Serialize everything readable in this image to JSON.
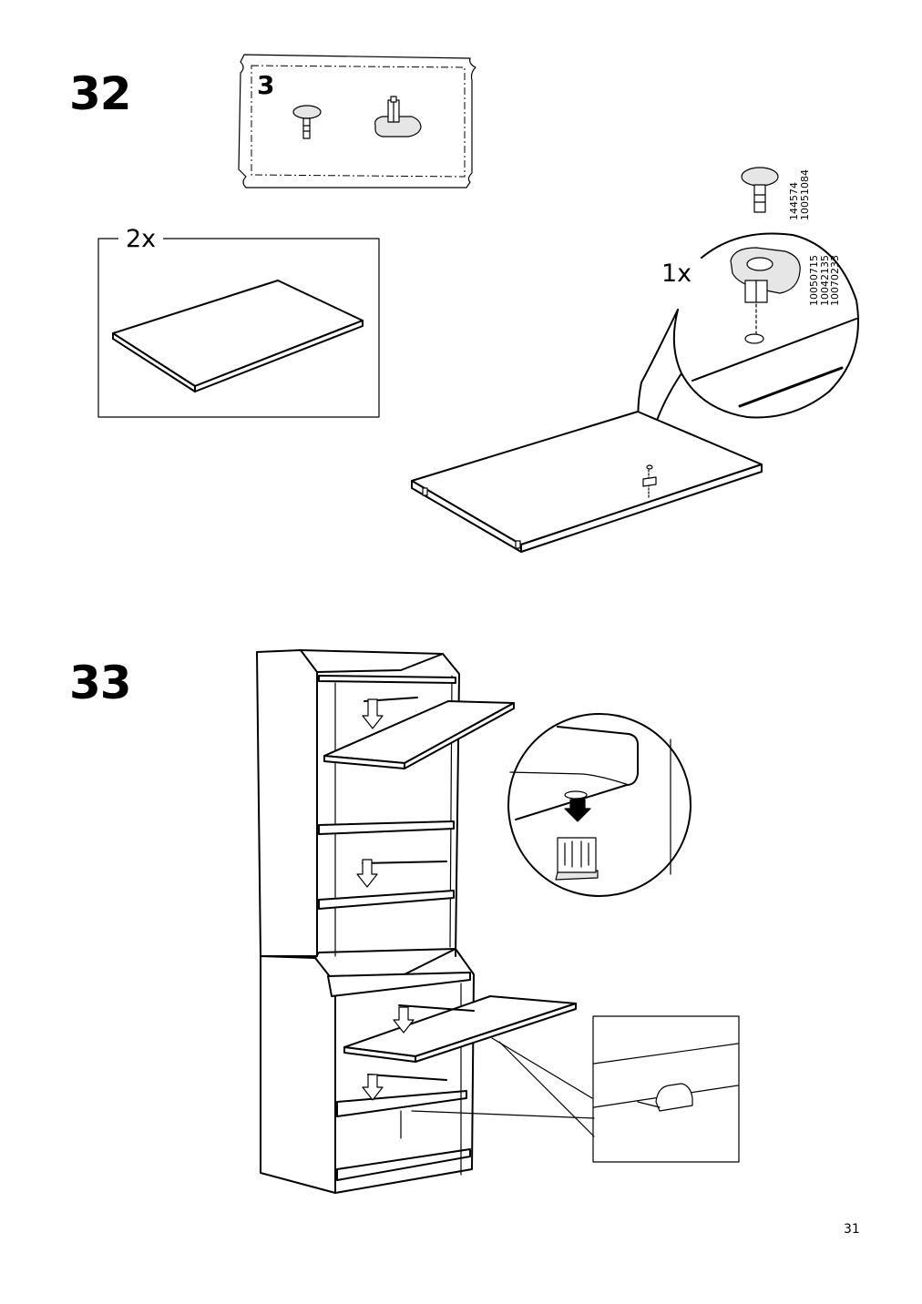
{
  "steps": [
    {
      "number": "32",
      "bag_label": "3",
      "quantity_shelf": "2x",
      "quantity_detail": "1x",
      "part_codes_top": "144574\n10051084",
      "part_codes_bottom": "10050715\n10042135\n10070233"
    },
    {
      "number": "33"
    }
  ],
  "page_number": "31",
  "icons": [
    "shelf-pin-icon",
    "shelf-support-clip-icon",
    "shelf-panel-icon",
    "bookcase-icon",
    "down-arrow-icon",
    "magnifier-callout-icon"
  ]
}
